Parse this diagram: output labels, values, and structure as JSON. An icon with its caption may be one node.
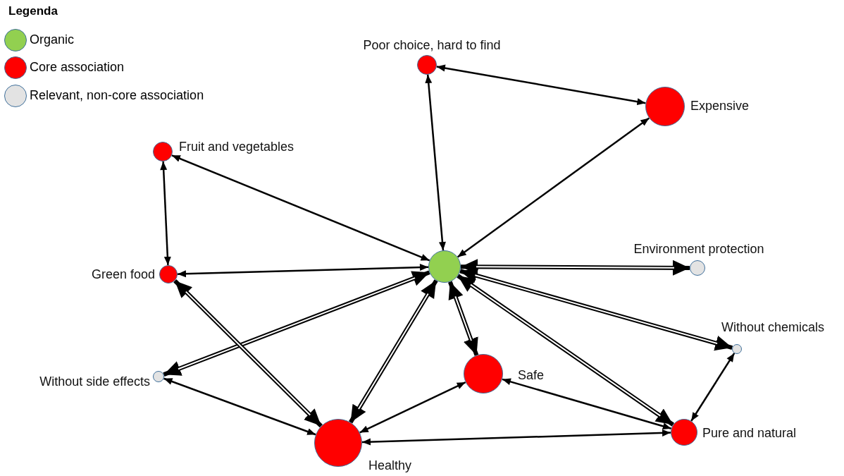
{
  "diagram": {
    "nodes": [
      {
        "text": [],
        "shape": "circle"
      },
      {
        "text": [
          "Poor choice, hard to find"
        ]
      },
      {
        "text": [
          "Expensive"
        ]
      },
      {
        "text": [
          "Fruit and vegetables"
        ]
      },
      {
        "text": [
          "Green food"
        ]
      },
      {
        "text": [
          "Environment protection"
        ]
      },
      {
        "text": [
          "Without chemicals"
        ]
      },
      {
        "text": [
          "Without side effects"
        ]
      },
      {
        "text": [
          "Safe"
        ]
      },
      {
        "text": [
          "Pure and natural"
        ]
      },
      {
        "text": [
          "Healthy"
        ]
      }
    ],
    "edges": [
      {
        "from": 0,
        "to": 1,
        "arrow": "both"
      },
      {
        "from": 0,
        "to": 2,
        "arrow": "both"
      },
      {
        "from": 0,
        "to": 3,
        "arrow": "both"
      },
      {
        "from": 0,
        "to": 4,
        "arrow": "both"
      },
      {
        "from": 0,
        "to": 5,
        "arrow": "both",
        "style": "thick"
      },
      {
        "from": 0,
        "to": 6,
        "arrow": "both",
        "style": "thick"
      },
      {
        "from": 0,
        "to": 9,
        "arrow": "both",
        "style": "thick"
      },
      {
        "from": 0,
        "to": 8,
        "arrow": "both",
        "style": "thick"
      },
      {
        "from": 0,
        "to": 10,
        "arrow": "both",
        "style": "thick"
      },
      {
        "from": 0,
        "to": 7,
        "arrow": "both",
        "style": "thick"
      },
      {
        "from": 4,
        "to": 10,
        "arrow": "both",
        "style": "thick"
      },
      {
        "from": 1,
        "to": 2,
        "arrow": "both"
      },
      {
        "from": 3,
        "to": 4,
        "arrow": "both"
      },
      {
        "from": 7,
        "to": 10,
        "arrow": "both"
      },
      {
        "from": 10,
        "to": 8,
        "arrow": "both"
      },
      {
        "from": 8,
        "to": 9,
        "arrow": "both"
      },
      {
        "from": 10,
        "to": 9,
        "arrow": "both"
      },
      {
        "from": 6,
        "to": 9,
        "arrow": "both"
      }
    ],
    "labels": [
      "Legenda"
    ],
    "legend": [
      {
        "text": "Organic",
        "color": "#92d050"
      },
      {
        "text": "Core association",
        "color": "#ff0000"
      },
      {
        "text": "Relevant, non-core association",
        "color": "#e3e3e3"
      }
    ]
  }
}
